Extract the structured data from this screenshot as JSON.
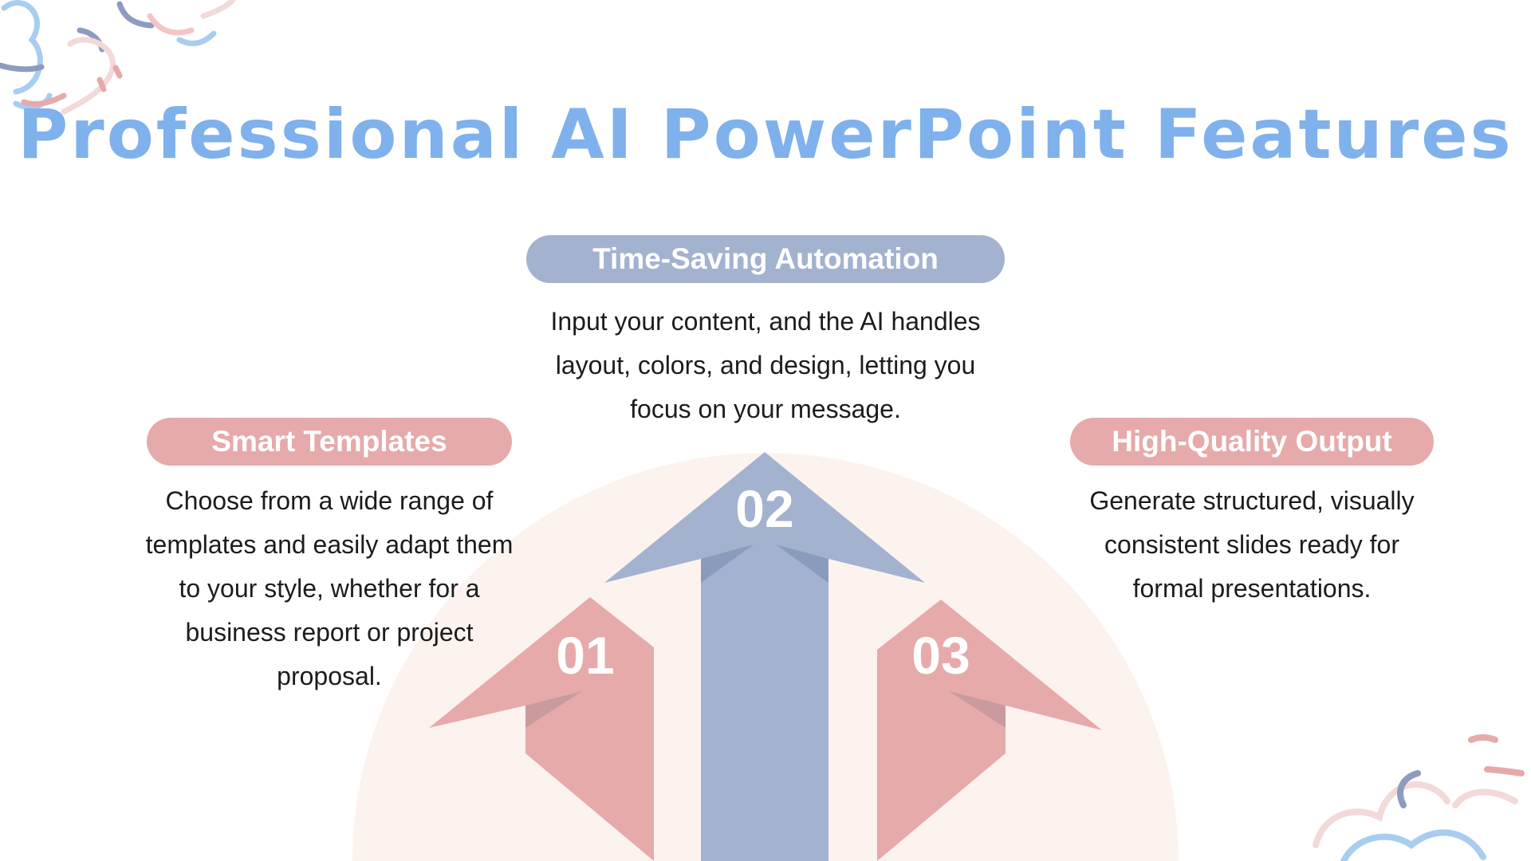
{
  "title": "Professional AI PowerPoint Features",
  "features": [
    {
      "number": "01",
      "heading": "Smart Templates",
      "description": "Choose from a wide range of templates and easily adapt them to your style, whether for a business report or project proposal.",
      "color": "#e6aaaa"
    },
    {
      "number": "02",
      "heading": "Time-Saving Automation",
      "description": "Input your content, and the AI handles layout, colors, and design, letting you focus on your message.",
      "color": "#a3b2cf"
    },
    {
      "number": "03",
      "heading": "High-Quality Output",
      "description": "Generate structured, visually consistent slides ready for formal presentations.",
      "color": "#e6aaaa"
    }
  ],
  "colors": {
    "title": "#7fb1ec",
    "background_arc": "#fcf3ef",
    "decor_blue": "#a8cdf0",
    "decor_pink": "#f4c5c5"
  }
}
